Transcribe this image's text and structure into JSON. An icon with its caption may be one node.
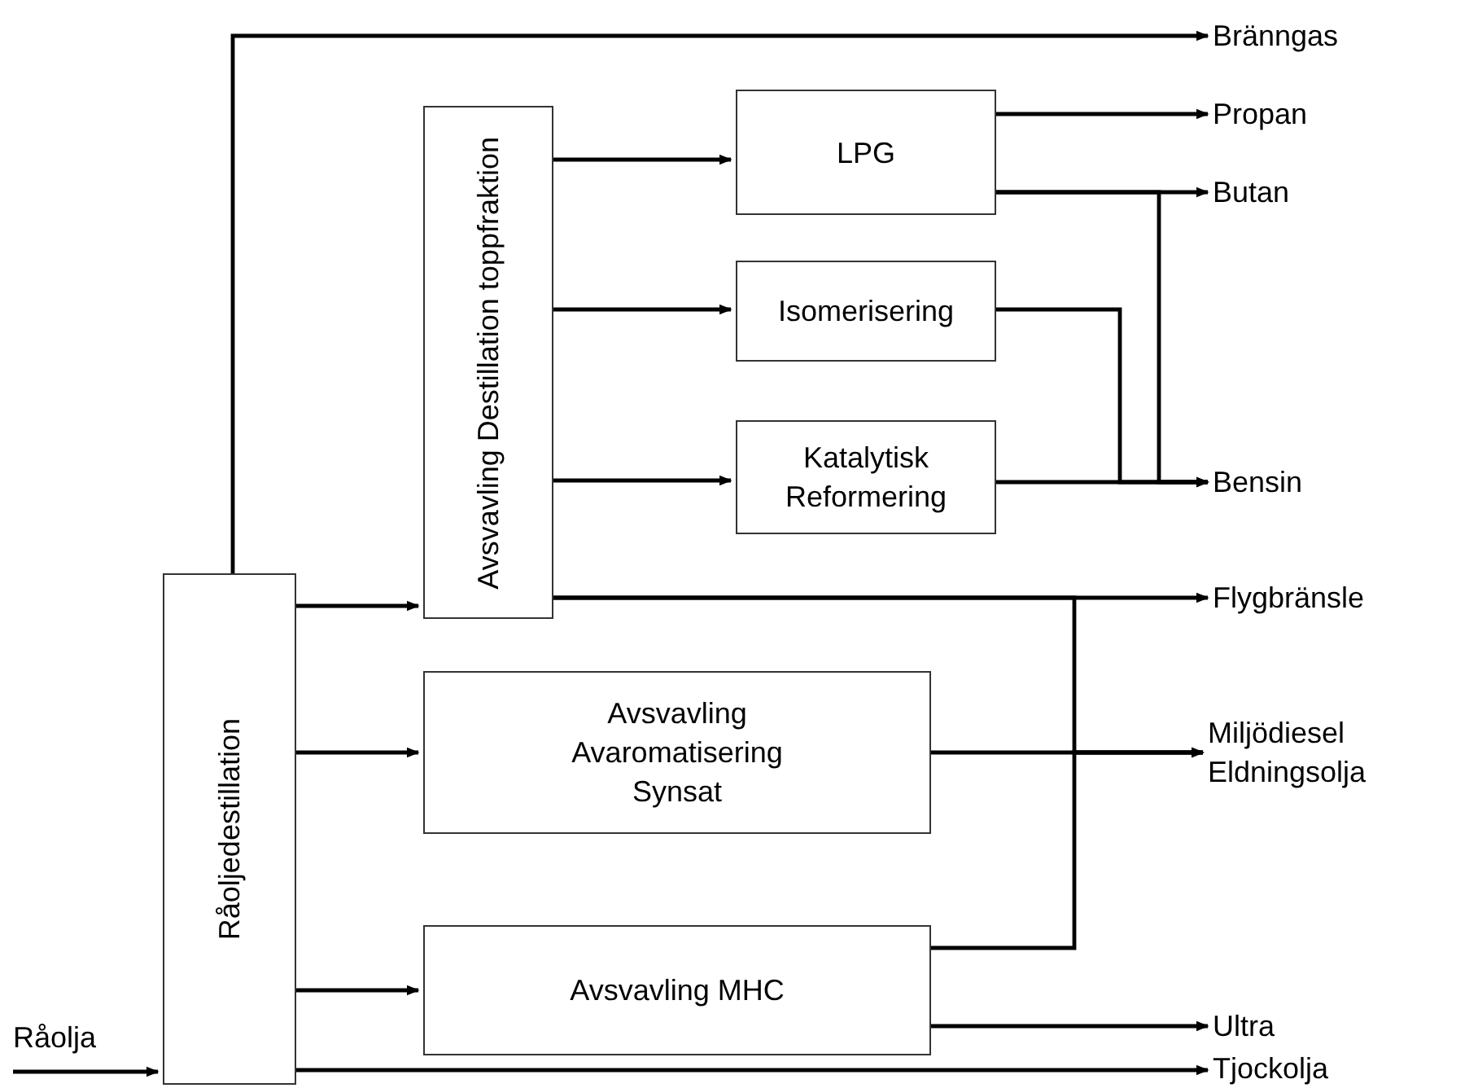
{
  "diagram": {
    "nodes": [
      {
        "text": [
          "Råoljedestillation"
        ]
      },
      {
        "text": [
          "Avsvavling Destillation toppfraktion"
        ]
      },
      {
        "text": [
          "LPG"
        ]
      },
      {
        "text": [
          "Isomerisering"
        ]
      },
      {
        "text": [
          "Katalytisk Reformering"
        ]
      },
      {
        "text": [
          "Avsvavling Avaromatisering Synsat"
        ]
      },
      {
        "text": [
          "Avsvavling MHC"
        ]
      },
      {
        "text": [
          "Bränngas"
        ]
      },
      {
        "text": [
          "Propan"
        ]
      },
      {
        "text": [
          "Butan"
        ]
      },
      {
        "text": [
          "Bensin"
        ]
      },
      {
        "text": [
          "Flygbränsle"
        ]
      },
      {
        "text": [
          "Miljödiesel Eldningsolja"
        ]
      },
      {
        "text": [
          "Ultra"
        ]
      },
      {
        "text": [
          "Tjockolja"
        ]
      },
      {
        "text": [
          "Råolja"
        ]
      }
    ],
    "edges": [
      {
        "from": 15,
        "to": 0,
        "arrow": "to"
      },
      {
        "from": 0,
        "to": 7,
        "arrow": "to"
      },
      {
        "from": 0,
        "to": 1,
        "arrow": "to"
      },
      {
        "from": 0,
        "to": 5,
        "arrow": "to"
      },
      {
        "from": 0,
        "to": 6,
        "arrow": "to"
      },
      {
        "from": 0,
        "to": 14,
        "arrow": "to"
      },
      {
        "from": 1,
        "to": 2,
        "arrow": "to"
      },
      {
        "from": 1,
        "to": 3,
        "arrow": "to"
      },
      {
        "from": 1,
        "to": 4,
        "arrow": "to"
      },
      {
        "from": 1,
        "to": 11,
        "arrow": "to"
      },
      {
        "from": 2,
        "to": 8,
        "arrow": "to"
      },
      {
        "from": 2,
        "to": 9,
        "arrow": "to"
      },
      {
        "from": 2,
        "to": 10,
        "arrow": "to"
      },
      {
        "from": 3,
        "to": 10,
        "arrow": "to"
      },
      {
        "from": 4,
        "to": 10,
        "arrow": "to"
      },
      {
        "from": 1,
        "to": 12,
        "arrow": "to"
      },
      {
        "from": 5,
        "to": 12,
        "arrow": "to"
      },
      {
        "from": 6,
        "to": 12,
        "arrow": "to"
      },
      {
        "from": 6,
        "to": 13,
        "arrow": "to"
      }
    ]
  }
}
